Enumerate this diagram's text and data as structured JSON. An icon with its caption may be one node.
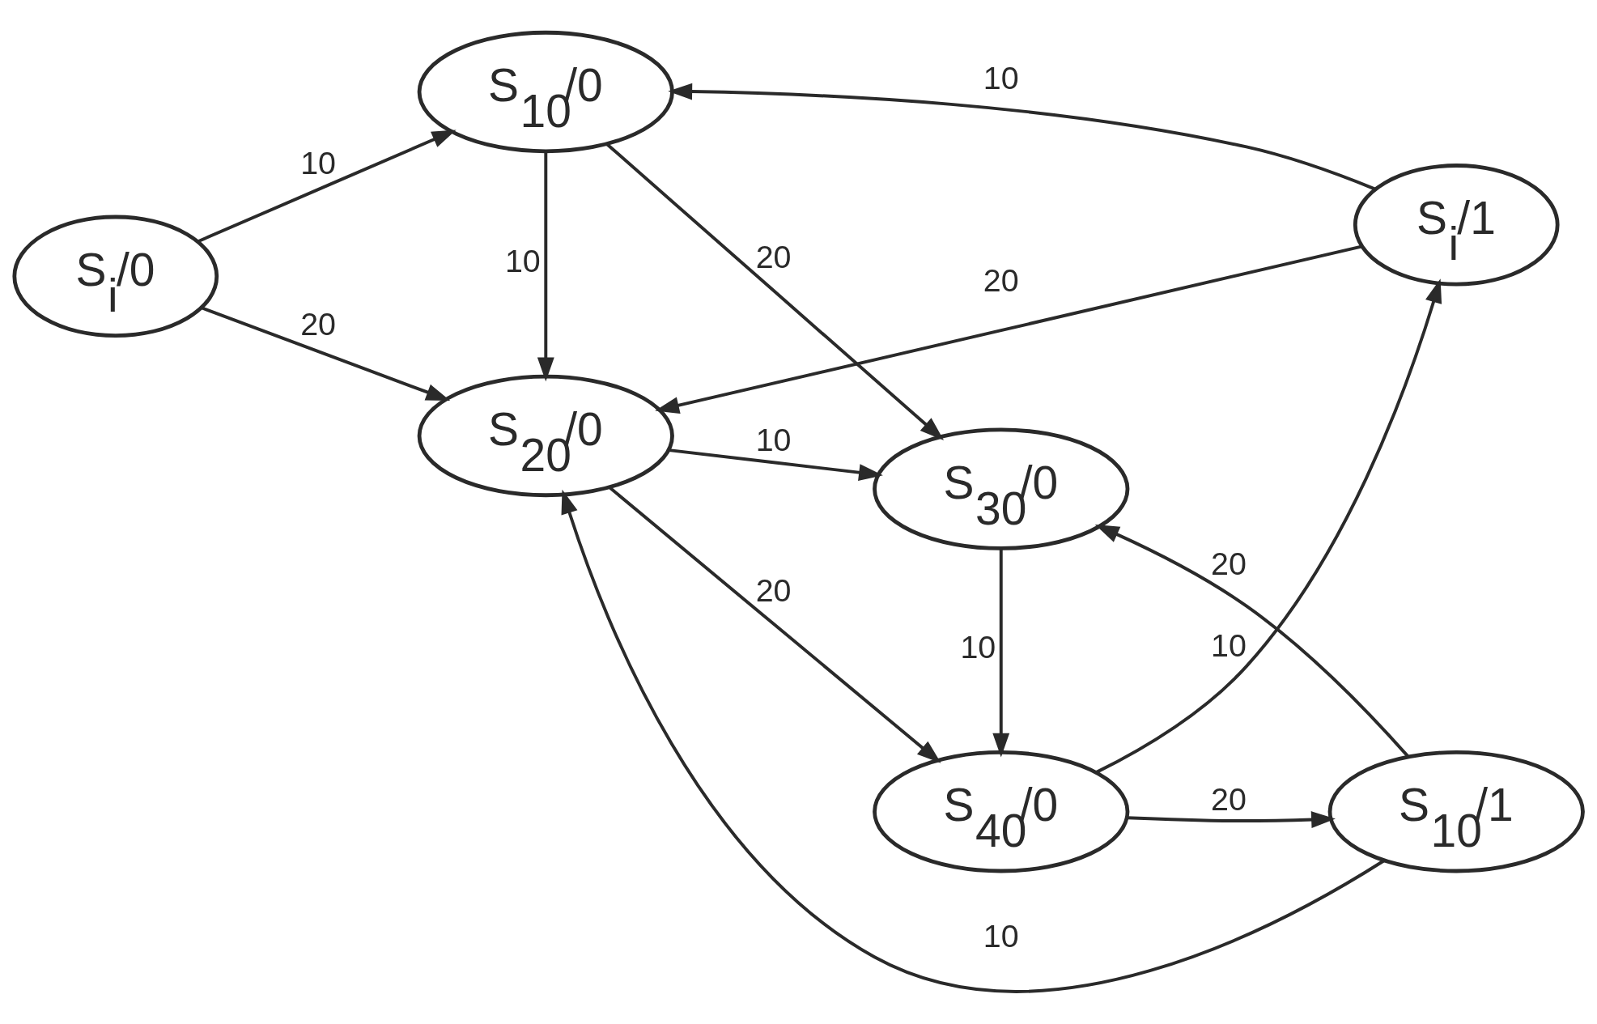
{
  "diagram": {
    "nodes": [
      {
        "text": [
          "S$_{i}$/0"
        ]
      },
      {
        "text": [
          "S$_{10}$/0"
        ]
      },
      {
        "text": [
          "S$_{20}$/0"
        ]
      },
      {
        "text": [
          "S$_{30}$/0"
        ]
      },
      {
        "text": [
          "S$_{i}$/1"
        ]
      },
      {
        "text": [
          "S$_{40}$/0"
        ]
      },
      {
        "text": [
          "S$_{10}$/1"
        ]
      }
    ],
    "edges": [
      {
        "from": 0,
        "to": 1,
        "arrow": "to",
        "label": "10"
      },
      {
        "from": 0,
        "to": 2,
        "arrow": "to",
        "label": "20"
      },
      {
        "from": 1,
        "to": 2,
        "arrow": "to",
        "label": "10"
      },
      {
        "from": 1,
        "to": 3,
        "arrow": "to",
        "label": "20"
      },
      {
        "from": 2,
        "to": 3,
        "arrow": "to",
        "label": "10"
      },
      {
        "from": 4,
        "to": 1,
        "arrow": "to",
        "label": "10"
      },
      {
        "from": 4,
        "to": 2,
        "arrow": "to",
        "label": "20"
      },
      {
        "from": 3,
        "to": 5,
        "arrow": "to",
        "label": "10"
      },
      {
        "from": 2,
        "to": 5,
        "arrow": "to",
        "label": "20"
      },
      {
        "from": 5,
        "to": 4,
        "arrow": "to",
        "label": "10"
      },
      {
        "from": 5,
        "to": 6,
        "arrow": "to",
        "label": "20"
      },
      {
        "from": 6,
        "to": 2,
        "arrow": "to",
        "label": "10"
      },
      {
        "from": 6,
        "to": 3,
        "arrow": "to",
        "label": "20"
      }
    ]
  }
}
